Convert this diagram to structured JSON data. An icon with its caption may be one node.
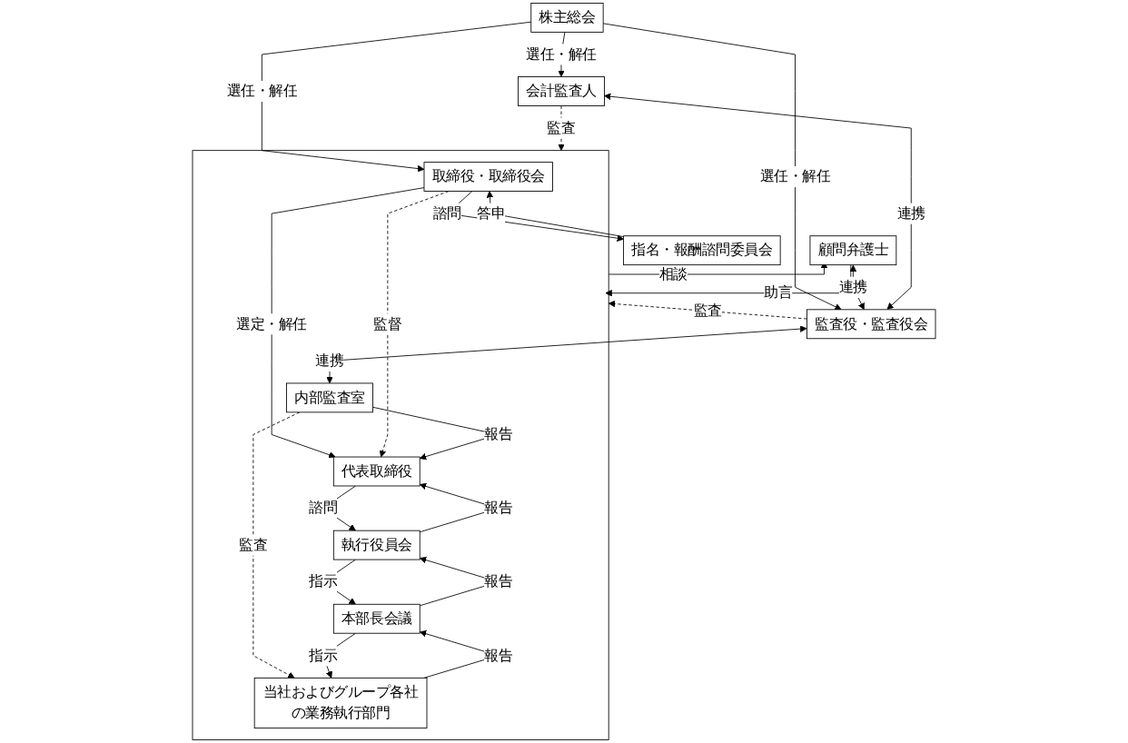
{
  "diagram": {
    "nodes": [
      {
        "text": [
          "株主総会"
        ]
      },
      {
        "text": [
          "指名・報酬諮問委員会"
        ]
      },
      {
        "text": [],
        "shape": "box"
      },
      {
        "text": [
          "取締役・取締役会"
        ],
        "in": 2
      },
      {
        "text": [
          "監査役・監査役会"
        ]
      },
      {
        "text": [
          "内部監査室"
        ],
        "in": 2
      },
      {
        "text": [
          "代表取締役"
        ],
        "in": 2
      },
      {
        "text": [
          "執行役員会"
        ],
        "in": 2
      },
      {
        "text": [
          "本部長会議"
        ],
        "in": 2
      },
      {
        "text": [
          "会計監査人"
        ]
      },
      {
        "text": [
          "当社およびグループ各社の業務執行部門"
        ],
        "in": 2
      },
      {
        "text": [
          "顧問弁護士"
        ]
      }
    ],
    "edges": [
      {
        "from": 0,
        "to": 9,
        "arrow": "to",
        "label": "選任・解任"
      },
      {
        "from": 0,
        "to": 4,
        "arrow": "to",
        "label": "選任・解任"
      },
      {
        "from": 0,
        "to": 3,
        "arrow": "to",
        "label": "選任・解任"
      },
      {
        "from": 3,
        "to": 1,
        "arrow": "to",
        "label": "諮問"
      },
      {
        "from": 1,
        "to": 3,
        "arrow": "to",
        "label": "答申"
      },
      {
        "from": 3,
        "to": 6,
        "arrow": "to",
        "label": "選定・解任"
      },
      {
        "from": 3,
        "to": 6,
        "arrow": "to",
        "label": "監督",
        "style": "dashed"
      },
      {
        "from": 4,
        "to": 5,
        "arrow": "both",
        "label": "連携"
      },
      {
        "from": 5,
        "to": 6,
        "arrow": "to",
        "label": "報告"
      },
      {
        "from": 4,
        "to": 2,
        "arrow": "to",
        "label": "監査",
        "style": "dashed"
      },
      {
        "from": 5,
        "to": 10,
        "arrow": "to",
        "label": "監査",
        "style": "dashed"
      },
      {
        "from": 6,
        "to": 7,
        "arrow": "to",
        "label": "諮問"
      },
      {
        "from": 7,
        "to": 6,
        "arrow": "to",
        "label": "報告"
      },
      {
        "from": 7,
        "to": 8,
        "arrow": "to",
        "label": "指示"
      },
      {
        "from": 8,
        "to": 7,
        "arrow": "to",
        "label": "報告"
      },
      {
        "from": 8,
        "to": 10,
        "arrow": "to",
        "label": "指示"
      },
      {
        "from": 10,
        "to": 8,
        "arrow": "to",
        "label": "報告"
      },
      {
        "from": 4,
        "to": 9,
        "arrow": "both",
        "label": "連携"
      },
      {
        "from": 9,
        "to": 2,
        "arrow": "to",
        "label": "監査",
        "style": "dashed"
      },
      {
        "from": 2,
        "to": 11,
        "arrow": "to",
        "label": "相談"
      },
      {
        "from": 11,
        "to": 2,
        "arrow": "to",
        "label": "助言"
      },
      {
        "from": 11,
        "to": 4,
        "arrow": "both",
        "label": "連携"
      }
    ]
  }
}
